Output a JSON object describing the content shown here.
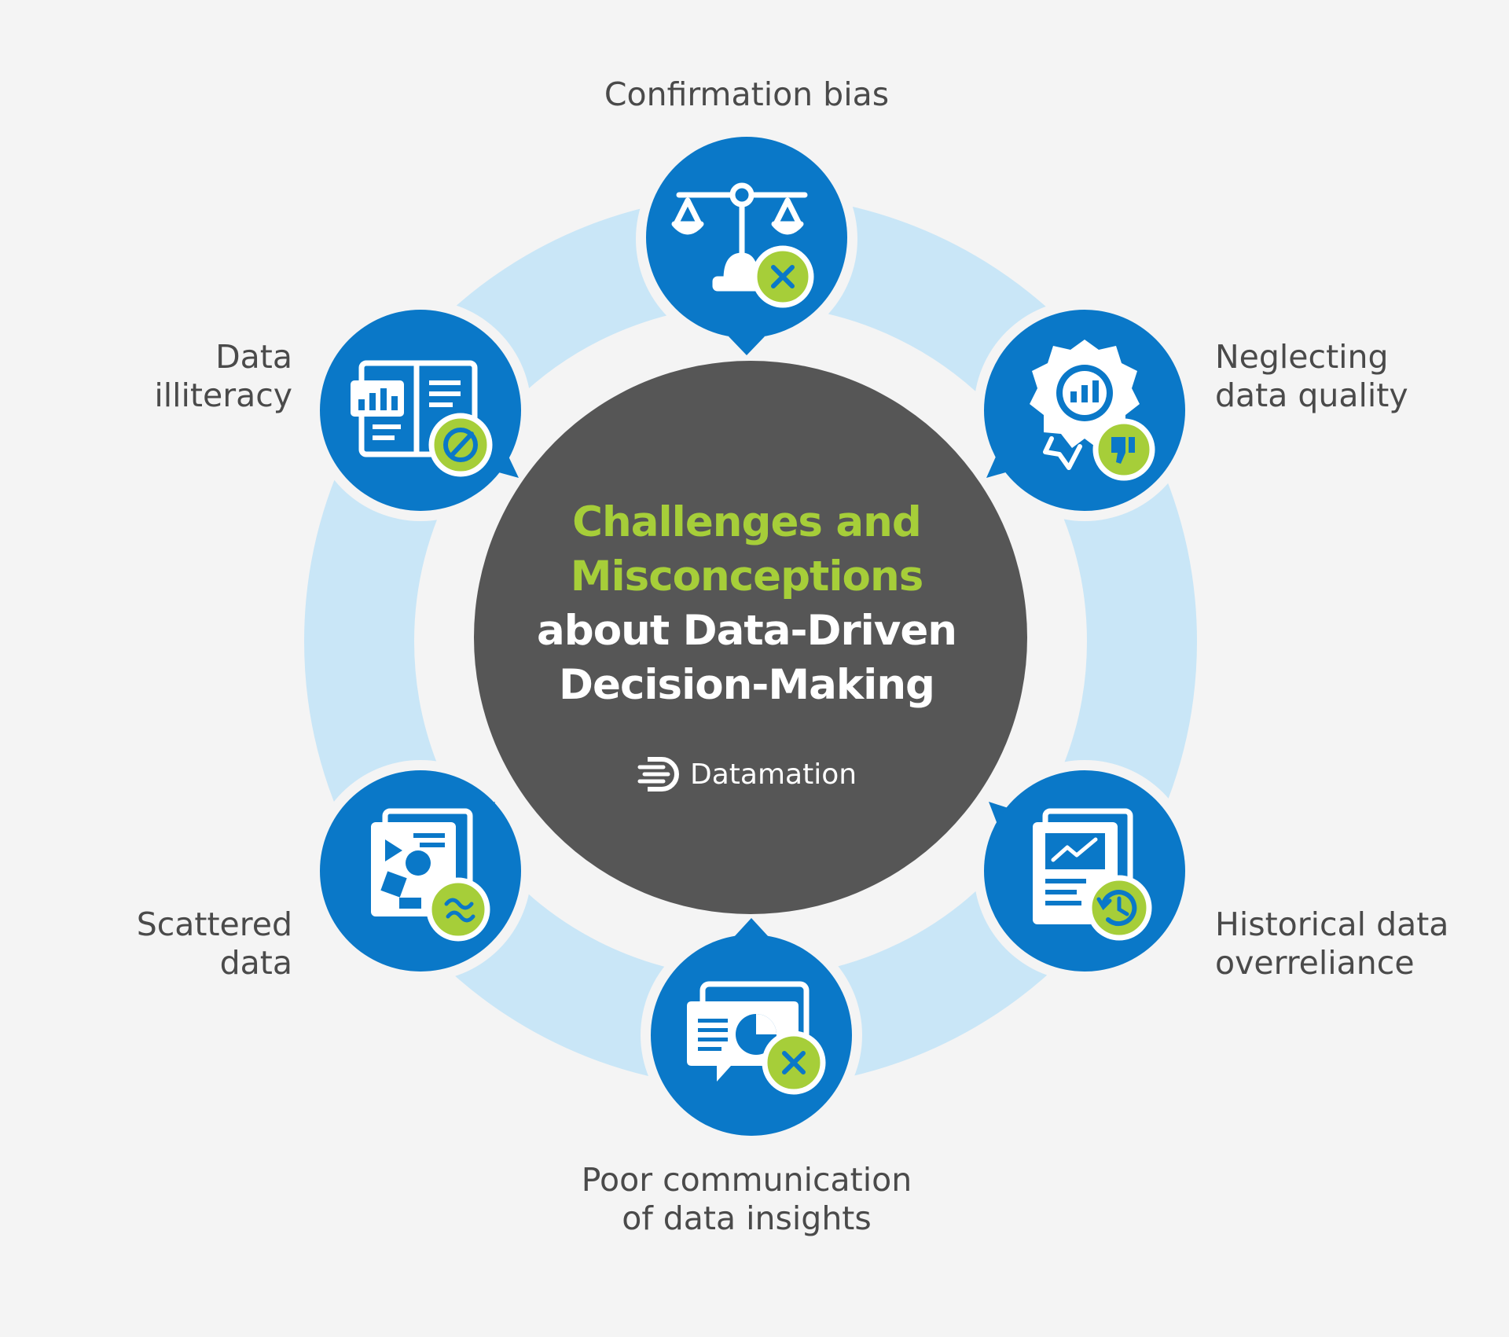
{
  "title": {
    "line1": "Challenges and",
    "line2": "Misconceptions",
    "line3": "about Data-Driven",
    "line4": "Decision-Making"
  },
  "brand": {
    "name": "Datamation",
    "icon": "datamation-logo-icon"
  },
  "colors": {
    "background": "#f4f4f4",
    "ring": "#c9e6f7",
    "node_blue": "#0a78c8",
    "center": "#565656",
    "accent_green": "#a6ce39",
    "title_white": "#ffffff",
    "label_text": "#4a4a4a"
  },
  "nodes": [
    {
      "id": "confirmation-bias",
      "label": [
        "Confirmation bias"
      ],
      "icon": "scale-with-x-icon"
    },
    {
      "id": "neglecting-data-quality",
      "label": [
        "Neglecting",
        "data quality"
      ],
      "icon": "badge-thumbs-down-icon"
    },
    {
      "id": "historical-data-overreliance",
      "label": [
        "Historical data",
        "overreliance"
      ],
      "icon": "report-history-icon"
    },
    {
      "id": "poor-communication",
      "label": [
        "Poor communication",
        "of data insights"
      ],
      "icon": "presentation-x-icon"
    },
    {
      "id": "scattered-data",
      "label": [
        "Scattered",
        "data"
      ],
      "icon": "scattered-shapes-icon"
    },
    {
      "id": "data-illiteracy",
      "label": [
        "Data",
        "illiteracy"
      ],
      "icon": "dashboard-blocked-icon"
    }
  ]
}
